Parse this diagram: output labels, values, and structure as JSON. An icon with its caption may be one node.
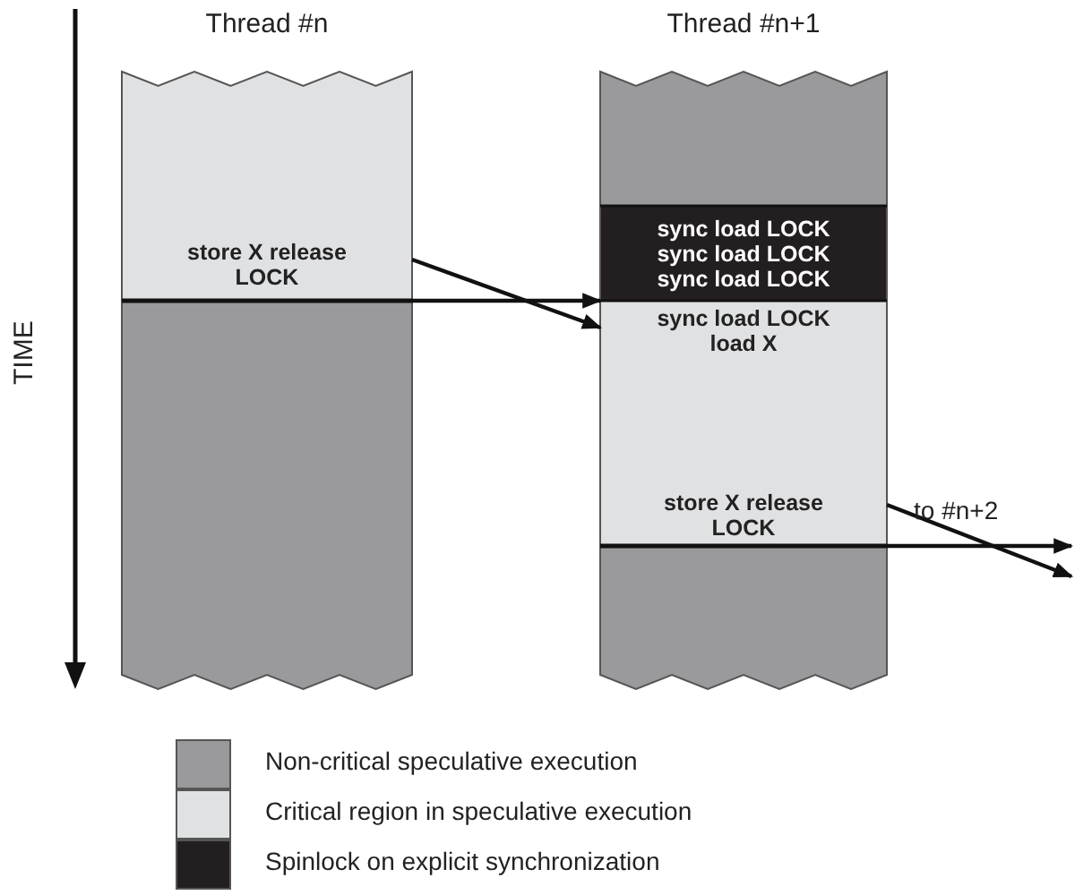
{
  "diagram": {
    "nodes": [
      {
        "text": [
          "Thread #n"
        ]
      },
      {
        "text": [
          "store X release LOCK"
        ],
        "in": 0
      },
      {
        "text": [],
        "shape": "box",
        "in": 0
      },
      {
        "text": [
          "Thread #n+1"
        ]
      },
      {
        "text": [],
        "shape": "box",
        "in": 3
      },
      {
        "text": [
          "sync load LOCK",
          "sync load LOCK",
          "sync load LOCK"
        ],
        "in": 3
      },
      {
        "text": [
          "sync load LOCK load X",
          "store X release LOCK"
        ],
        "in": 3
      },
      {
        "text": [],
        "shape": "box",
        "in": 3
      }
    ],
    "edges": [
      {
        "from": 1,
        "to": 5,
        "arrow": "to"
      },
      {
        "from": 1,
        "to": 6,
        "arrow": "to"
      },
      {
        "from": 6,
        "to": null,
        "arrow": "to"
      },
      {
        "from": 6,
        "to": null,
        "arrow": "to"
      }
    ],
    "labels": [
      "TIME",
      "to #n+2"
    ],
    "legend": [
      {
        "text": "Non-critical speculative execution",
        "color": "#9a9a9d"
      },
      {
        "text": "Critical region in speculative execution",
        "color": "#e0e1e3"
      },
      {
        "text": "Spinlock on explicit synchronization",
        "color": "#231f20"
      }
    ]
  }
}
